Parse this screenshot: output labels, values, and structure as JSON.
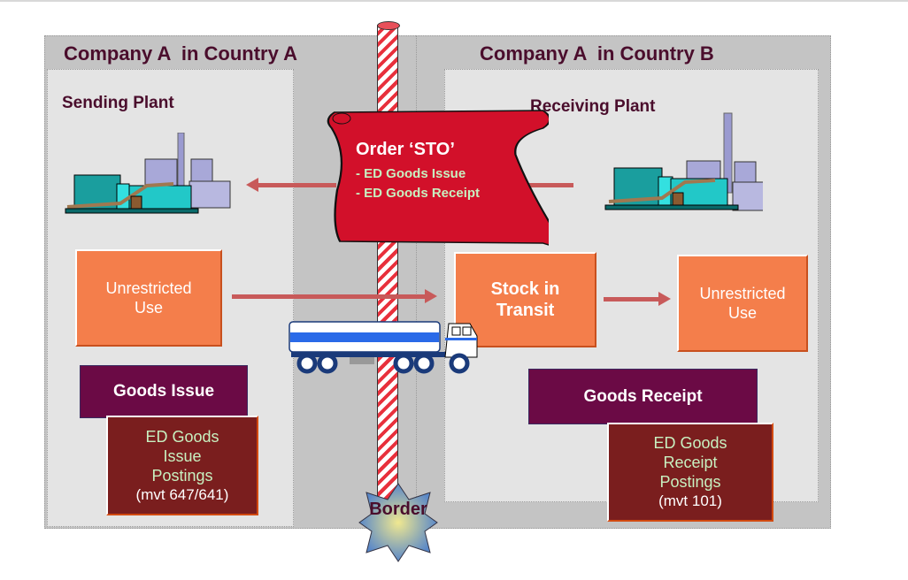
{
  "diagram": {
    "border_label": "Border",
    "country_a": {
      "title": "Company A  in Country A",
      "plant_title": "Sending Plant",
      "stock_box": [
        "Unrestricted",
        "Use"
      ],
      "movement_box": "Goods Issue",
      "postings_box": {
        "lines": [
          "ED Goods",
          "Issue",
          "Postings"
        ],
        "mvt": "(mvt 647/641)"
      }
    },
    "country_b": {
      "title": "Company A  in Country B",
      "plant_title": "Receiving Plant",
      "transit_box": [
        "Stock in",
        "Transit"
      ],
      "stock_box": [
        "Unrestricted",
        "Use"
      ],
      "movement_box": "Goods Receipt",
      "postings_box": {
        "lines": [
          "ED Goods",
          "Receipt",
          "Postings"
        ],
        "mvt": "(mvt 101)"
      }
    },
    "order_scroll": {
      "title": "Order ‘STO’",
      "lines": [
        "- ED Goods Issue",
        "- ED Goods Receipt"
      ]
    },
    "colors": {
      "title_text": "#4a0d2c",
      "stock_box": "#f47e4b",
      "movement_box": "#6b0a45",
      "postings_box": "#7a1e1e",
      "postings_text": "#c8f0c0",
      "arrow": "#c85a5a",
      "scroll": "#d2102a"
    }
  }
}
